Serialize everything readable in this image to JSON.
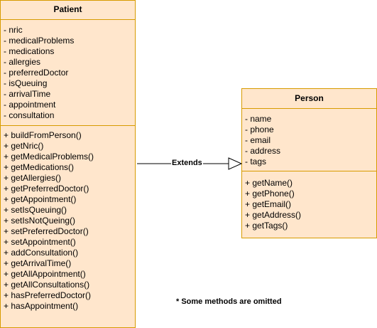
{
  "patient": {
    "title": "Patient",
    "attributes": [
      "- nric",
      "- medicalProblems",
      "- medications",
      "- allergies",
      "- preferredDoctor",
      "- isQueuing",
      "- arrivalTime",
      "- appointment",
      "- consultation"
    ],
    "methods": [
      "+ buildFromPerson()",
      "+ getNric()",
      "+ getMedicalProblems()",
      "+ getMedications()",
      "+ getAllergies()",
      "+ getPreferredDoctor()",
      "+ getAppointment()",
      "+ setIsQueuing()",
      "+ setIsNotQueing()",
      "+ setPreferredDoctor()",
      "+ setAppointment()",
      "+ addConsultation()",
      "+ getArrivalTime()",
      "+ getAllAppointment()",
      "+ getAllConsultations()",
      "+ hasPreferredDoctor()",
      "+ hasAppointment()"
    ]
  },
  "person": {
    "title": "Person",
    "attributes": [
      "- name",
      "- phone",
      "- email",
      "- address",
      "- tags"
    ],
    "methods": [
      "+ getName()",
      "+ getPhone()",
      "+ getEmail()",
      "+ getAddress()",
      "+ getTags()"
    ]
  },
  "relationship": {
    "label": "Extends"
  },
  "footnote": "* Some methods are omitted",
  "colors": {
    "class_fill": "#ffe6cc",
    "class_stroke": "#d79b00",
    "edge": "#000000"
  }
}
